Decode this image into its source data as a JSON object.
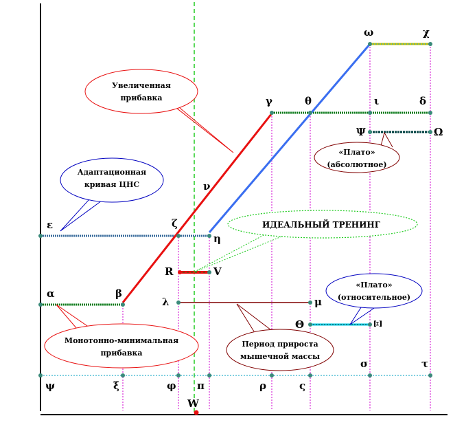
{
  "labels": {
    "alpha": "α",
    "beta": "β",
    "gamma": "γ",
    "delta": "δ",
    "epsilon": "ε",
    "zeta": "ζ",
    "eta": "η",
    "theta": "θ",
    "iota": "ι",
    "lambda": "λ",
    "mu": "μ",
    "nu": "ν",
    "xi": "ξ",
    "pi": "π",
    "rho": "ρ",
    "sigma": "σ",
    "tau": "τ",
    "phi": "φ",
    "chi": "χ",
    "psi": "ψ",
    "omega": "ω",
    "final_sigma": "ς",
    "Psi": "Ψ",
    "Omega": "Ω",
    "Theta": "Θ",
    "Xi": "Ξ",
    "R": "R",
    "V": "V",
    "W": "W"
  },
  "callouts": {
    "increased_gain": [
      "Увеличенная",
      "прибавка"
    ],
    "adaptation_curve": [
      "Адаптационная",
      "кривая ЦНС"
    ],
    "ideal_training": "ИДЕАЛЬНЫЙ ТРЕНИНГ",
    "plateau_absolute": [
      "«Плато»",
      "(абсолютное)"
    ],
    "plateau_relative": [
      "«Плато»",
      "(относительное)"
    ],
    "monotone_minimal": [
      "Монотонно-минимальная",
      "прибавка"
    ],
    "muscle_growth_period": [
      "Период прироста",
      "мышечной массы"
    ]
  },
  "colors": {
    "red": "#e81010",
    "blue": "#3a6ef0",
    "green": "#0a7a1a",
    "steel_blue": "#3a6c9c",
    "magenta": "#d000d0",
    "cyan": "#00c8e0",
    "dashed_green": "#22cc22",
    "dark_red": "#800000",
    "dark_blue": "#004040",
    "axis": "#000000"
  }
}
